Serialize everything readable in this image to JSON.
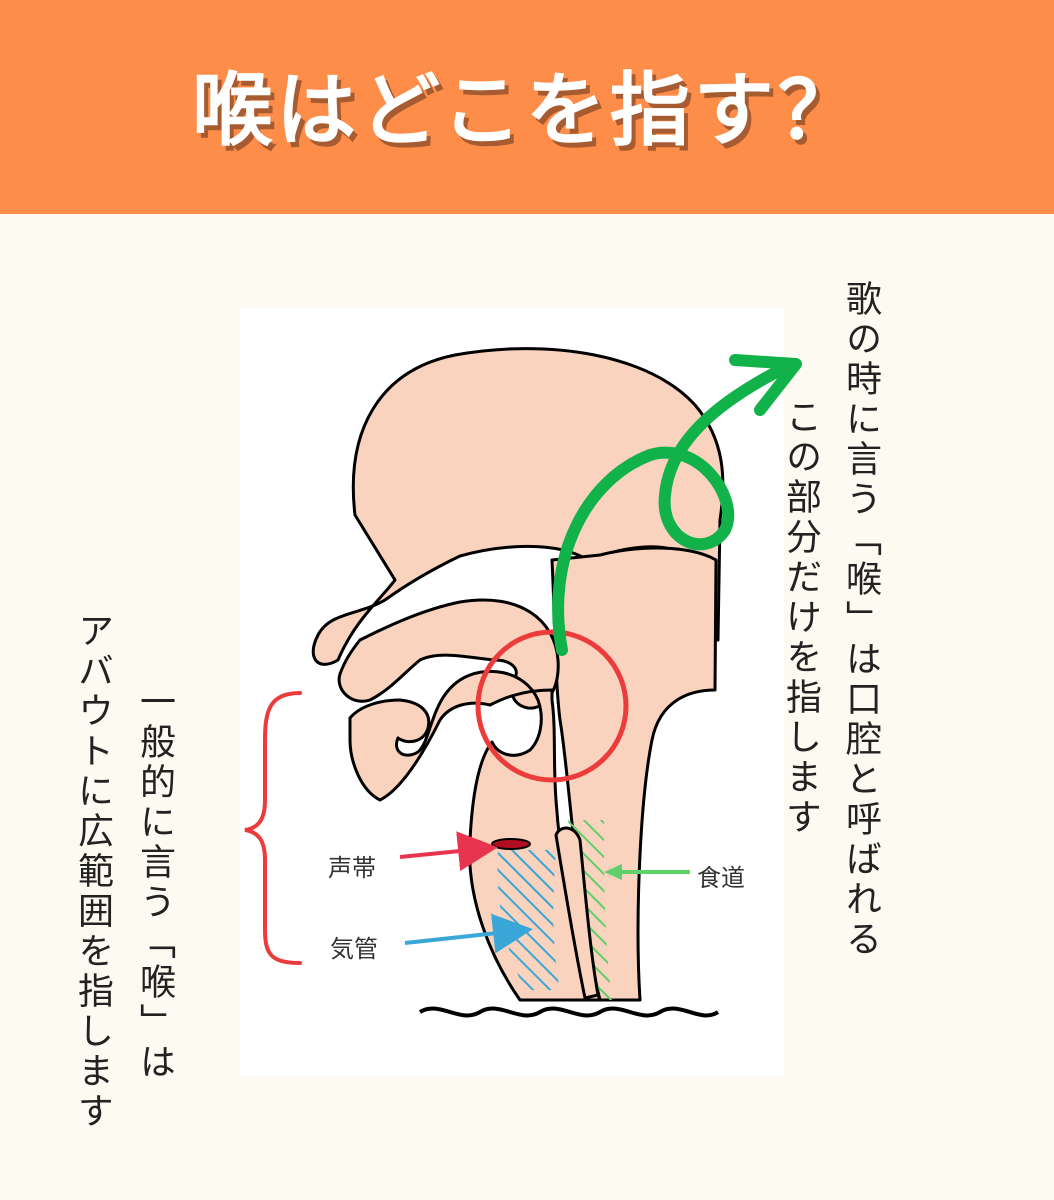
{
  "header": {
    "title": "喉はどこを指す？"
  },
  "left_note": {
    "line1": "一般的に言う「喉」は",
    "line2": "アバウトに広範囲を指します"
  },
  "right_note": {
    "line1": "歌の時に言う「喉」は口腔と呼ばれる",
    "line2": "この部分だけを指します"
  },
  "labels": {
    "vocal_cords": "声帯",
    "trachea": "気管",
    "esophagus": "食道"
  },
  "colors": {
    "header": "#ff8d4a",
    "background": "#fdfaf1",
    "skin": "#f9d3bd",
    "highlight_circle": "#ec3b3b",
    "bracket": "#ec3b3b",
    "arrow": "#12b24a",
    "trachea_hatch": "#3aa7d8",
    "esophagus_hatch": "#5fd06a"
  }
}
